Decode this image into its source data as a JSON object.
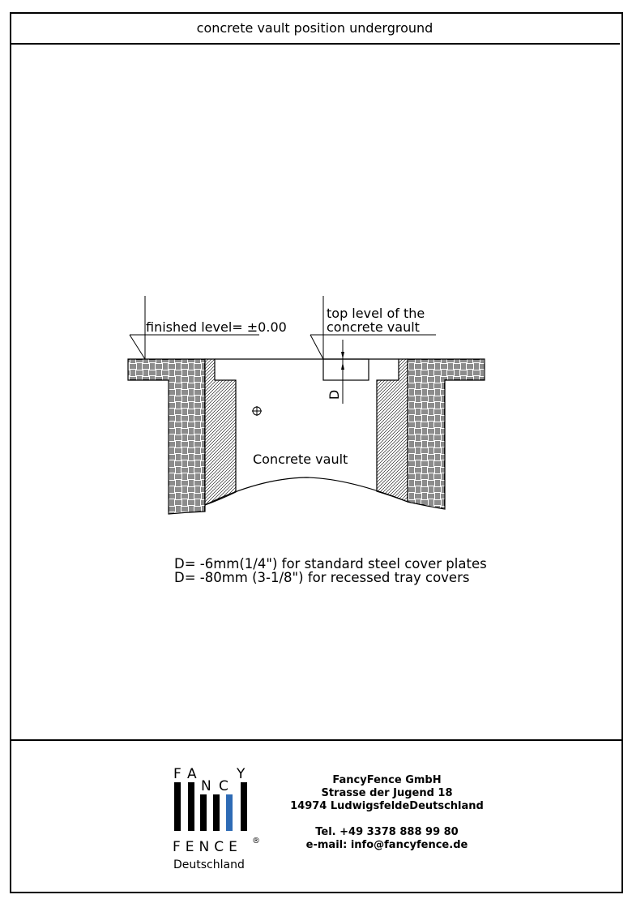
{
  "title": "concrete vault position underground",
  "diagram": {
    "finished_level_label": "finished level= ±0.00",
    "top_level_label_line1": "top level of the",
    "top_level_label_line2": "concrete vault",
    "dimension_label": "D",
    "vault_label": "Concrete vault"
  },
  "notes": [
    "D= -6mm(1/4\") for standard steel cover plates",
    "D= -80mm (3-1/8\") for recessed  tray covers"
  ],
  "logo": {
    "top_letters": [
      "F",
      "A",
      "N",
      "C",
      "Y"
    ],
    "word2": "FENCE",
    "registered": "®",
    "subtitle": "Deutschland",
    "accent_color": "#2e6bb5"
  },
  "company": {
    "name": "FancyFence GmbH",
    "street": "Strasse der Jugend 18",
    "city": "14974 LudwigsfeldeDeutschland",
    "phone": "Tel. +49 3378 888 99 80",
    "email": "e-mail: info@fancyfence.de"
  }
}
